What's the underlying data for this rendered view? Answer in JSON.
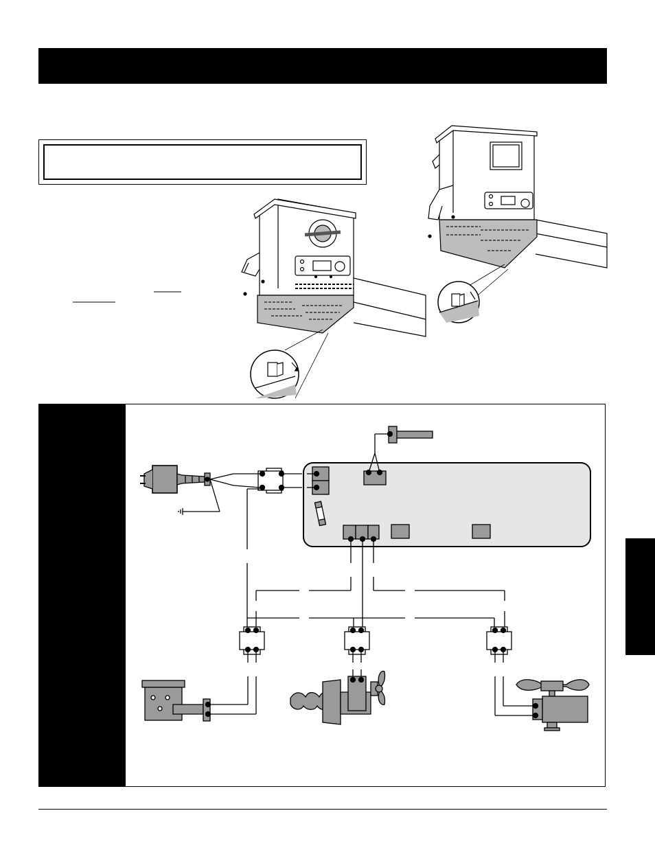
{
  "page": {
    "title": "",
    "subtitle": "",
    "warning_text": "",
    "instructions_text": "",
    "footer_text": ""
  },
  "colors": {
    "ink": "#000000",
    "grey_component": "#9a9a9a",
    "light_panel": "#e6e6e6",
    "grill_grey": "#bdbdbd"
  },
  "diagram": {
    "components": [
      {
        "id": "power-plug",
        "icon": "plug-icon"
      },
      {
        "id": "ground-symbol",
        "icon": "ground-icon"
      },
      {
        "id": "temperature-probe",
        "icon": "probe-icon"
      },
      {
        "id": "control-board",
        "icon": "circuit-board-icon"
      },
      {
        "id": "fuse",
        "icon": "fuse-icon"
      },
      {
        "id": "igniter",
        "icon": "igniter-icon"
      },
      {
        "id": "auger-motor",
        "icon": "auger-motor-icon"
      },
      {
        "id": "combustion-fan",
        "icon": "fan-icon"
      }
    ]
  }
}
